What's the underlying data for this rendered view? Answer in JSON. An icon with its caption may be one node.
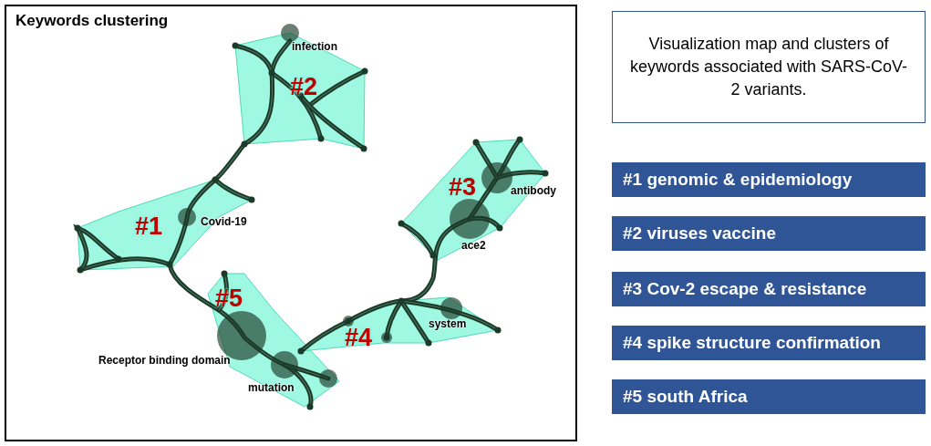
{
  "diagram": {
    "nodes": [
      {
        "text": [
          "Keywords clustering"
        ]
      },
      {
        "text": [
          "#2"
        ],
        "in": 0
      },
      {
        "text": [
          "#3"
        ],
        "in": 0
      },
      {
        "text": [
          "#1"
        ],
        "in": 0
      },
      {
        "text": [
          "#5"
        ],
        "in": 0
      },
      {
        "text": [
          "#4"
        ],
        "in": 0
      },
      {
        "text": [
          "Visualization map and clusters of keywords associated with SARS-CoV-2 variants."
        ]
      },
      {
        "text": [
          "#1 genomic & epidemiology"
        ]
      },
      {
        "text": [
          "#2 viruses vaccine"
        ]
      },
      {
        "text": [
          "#3 Cov-2 escape & resistance"
        ]
      },
      {
        "text": [
          "#4 spike structure confirmation"
        ]
      },
      {
        "text": [
          "#5 south Africa"
        ]
      }
    ],
    "labels": [
      "infection",
      "antibody",
      "Covid-19",
      "ace2",
      "system",
      "Receptor binding domain",
      "mutation"
    ]
  }
}
